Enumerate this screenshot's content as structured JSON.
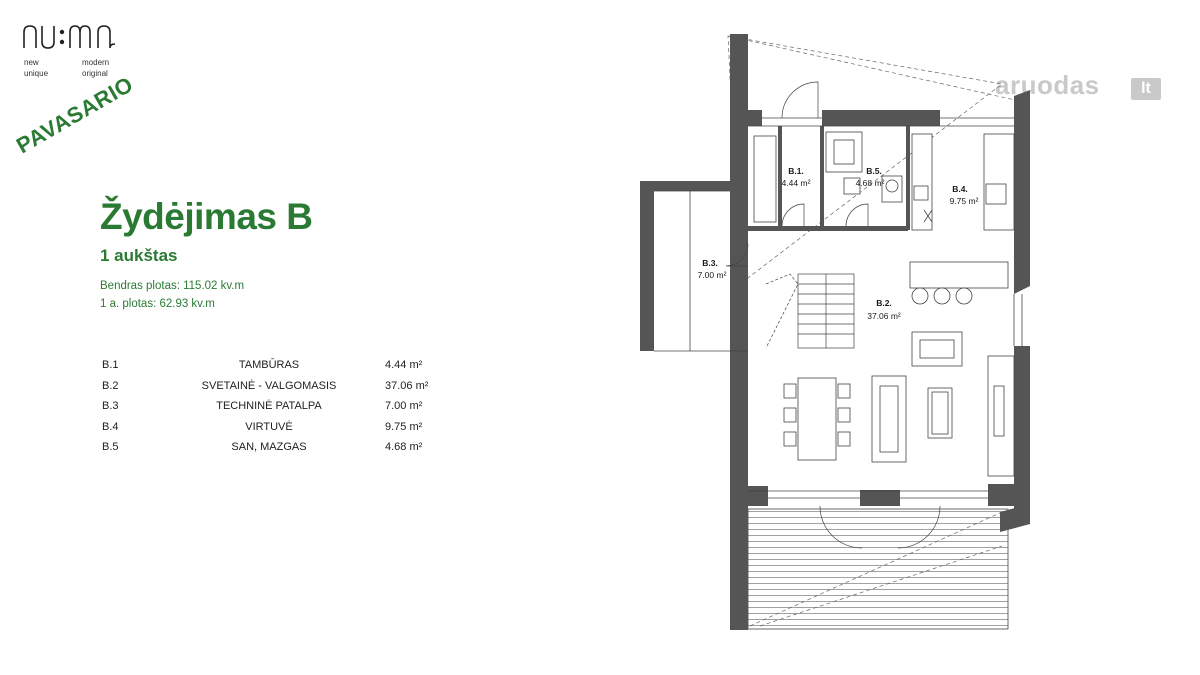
{
  "brand": {
    "logo_text": "nu:mo",
    "tagline_left": [
      "new",
      "unique"
    ],
    "tagline_right": [
      "modern",
      "original"
    ],
    "stamp_text": "PAVASARIO",
    "accent_color": "#2b7a34"
  },
  "header": {
    "title": "Žydėjimas B",
    "subtitle": "1 aukštas",
    "total_area": "Bendras plotas: 115.02 kv.m",
    "floor_area": "1 a. plotas: 62.93 kv.m"
  },
  "rooms": [
    {
      "code": "B.1",
      "name": "TAMBŪRAS",
      "area": "4.44 m²"
    },
    {
      "code": "B.2",
      "name": "SVETAINĖ - VALGOMASIS",
      "area": "37.06 m²"
    },
    {
      "code": "B.3",
      "name": "TECHNINĖ PATALPA",
      "area": "7.00 m²"
    },
    {
      "code": "B.4",
      "name": "VIRTUVĖ",
      "area": "9.75 m²"
    },
    {
      "code": "B.5",
      "name": "SAN, MAZGAS",
      "area": "4.68 m²"
    }
  ],
  "plan_labels": {
    "b1": {
      "code": "B.1.",
      "area": "4.44 m²"
    },
    "b2": {
      "code": "B.2.",
      "area": "37.06 m²"
    },
    "b3": {
      "code": "B.3.",
      "area": "7.00 m²"
    },
    "b4": {
      "code": "B.4.",
      "area": "9.75 m²"
    },
    "b5": {
      "code": "B.5.",
      "area": "4.68 m²"
    }
  },
  "watermark": {
    "text": "aruodas",
    "suffix": "lt"
  }
}
